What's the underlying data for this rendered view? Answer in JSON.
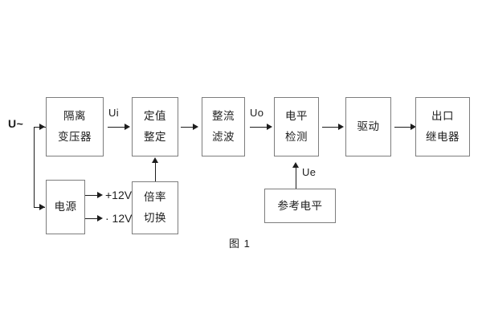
{
  "figure": {
    "caption": "图 1",
    "background_color": "#ffffff",
    "line_color": "#1d1d1d",
    "box_border_color": "#7d7d7d"
  },
  "source": {
    "label": "U~"
  },
  "blocks": {
    "isolation_transformer": {
      "line1": "隔离",
      "line2": "变压器"
    },
    "power_supply": {
      "line1": "电源"
    },
    "setting": {
      "line1": "定值",
      "line2": "整定"
    },
    "multiplier_switch": {
      "line1": "倍率",
      "line2": "切换"
    },
    "rectifier_filter": {
      "line1": "整流",
      "line2": "滤波"
    },
    "level_detect": {
      "line1": "电平",
      "line2": "检测"
    },
    "reference_level": {
      "line1": "参考电平"
    },
    "driver": {
      "line1": "驱动"
    },
    "output_relay": {
      "line1": "出口",
      "line2": "继电器"
    }
  },
  "signals": {
    "ui": "Ui",
    "uo": "Uo",
    "ue": "Ue",
    "rail_positive": "+12V",
    "rail_negative": "· 12V"
  }
}
